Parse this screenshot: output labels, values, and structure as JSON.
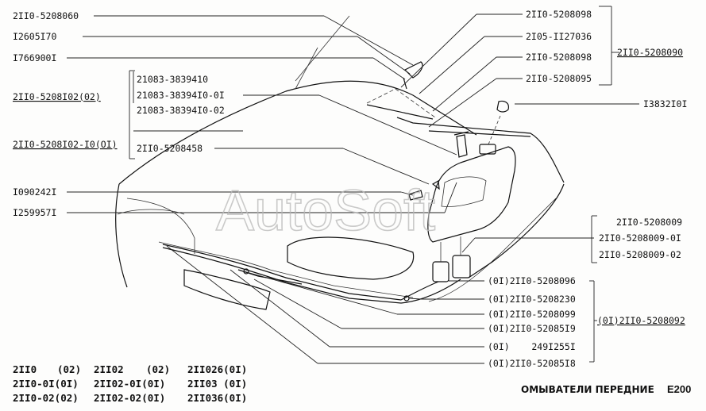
{
  "watermark": "AutoSoft",
  "title": "ОМЫВАТЕЛИ ПЕРЕДНИЕ",
  "page_code": "E200",
  "callouts_left": [
    "2II0-5208060",
    "I2605I70",
    "I766900I",
    "2II0-5208I02(02)",
    "2II0-5208I02-I0(OI)",
    "I090242I",
    "I259957I"
  ],
  "bracket_left": [
    "21083-3839410",
    "21083-38394I0-0I",
    "21083-38394I0-02"
  ],
  "callout_mid": "2II0-5208458",
  "callouts_top_right": [
    "2II0-5208098",
    "2I05-II27036",
    "2II0-5208098",
    "2II0-5208095"
  ],
  "callout_top_right_group": "2II0-5208090",
  "callout_cap": "I3832I0I",
  "bracket_right": [
    "2II0-5208009",
    "2II0-5208009-0I",
    "2II0-5208009-02"
  ],
  "callouts_bottom_right": [
    "(0I)2II0-5208096",
    "(0I)2II0-5208230",
    "(0I)2II0-5208099",
    "(0I)2II0-52085I9",
    "(0I)    249I255I",
    "(0I)2II0-52085I8"
  ],
  "callout_bottom_group": "(0I)2II0-5208092",
  "models": [
    [
      "2II0",
      "(02)",
      "2II02",
      "(02)",
      "2II026(0I)"
    ],
    [
      "2II0-0I(0I)",
      "",
      "2II02-0I(0I)",
      "",
      "2II03 (0I)"
    ],
    [
      "2II0-02(02)",
      "",
      "2II02-02(0I)",
      "",
      "2II036(0I)"
    ]
  ]
}
